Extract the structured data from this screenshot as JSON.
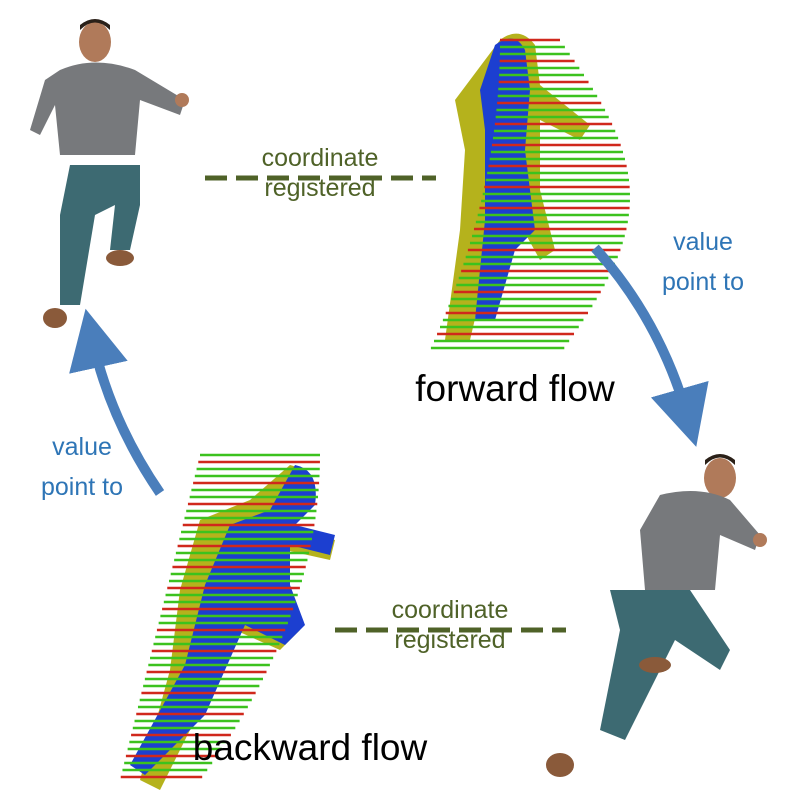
{
  "labels": {
    "top_link": {
      "line1": "coordinate",
      "line2": "registered"
    },
    "bottom_link": {
      "line1": "coordinate",
      "line2": "registered"
    },
    "right_arrow": {
      "line1": "value",
      "line2": "point to"
    },
    "left_arrow": {
      "line1": "value",
      "line2": "point to"
    },
    "forward_flow": "forward flow",
    "backward_flow": "backward flow"
  },
  "colors": {
    "link_text": "#4f6228",
    "arrow_text": "#2e75b6",
    "arrow": "#4a7ebb",
    "flow_body_blue": "#1c3fd0",
    "flow_body_yellow": "#b5b21c",
    "flow_vector_green": "#3cc21e",
    "flow_vector_red": "#d0281c"
  }
}
